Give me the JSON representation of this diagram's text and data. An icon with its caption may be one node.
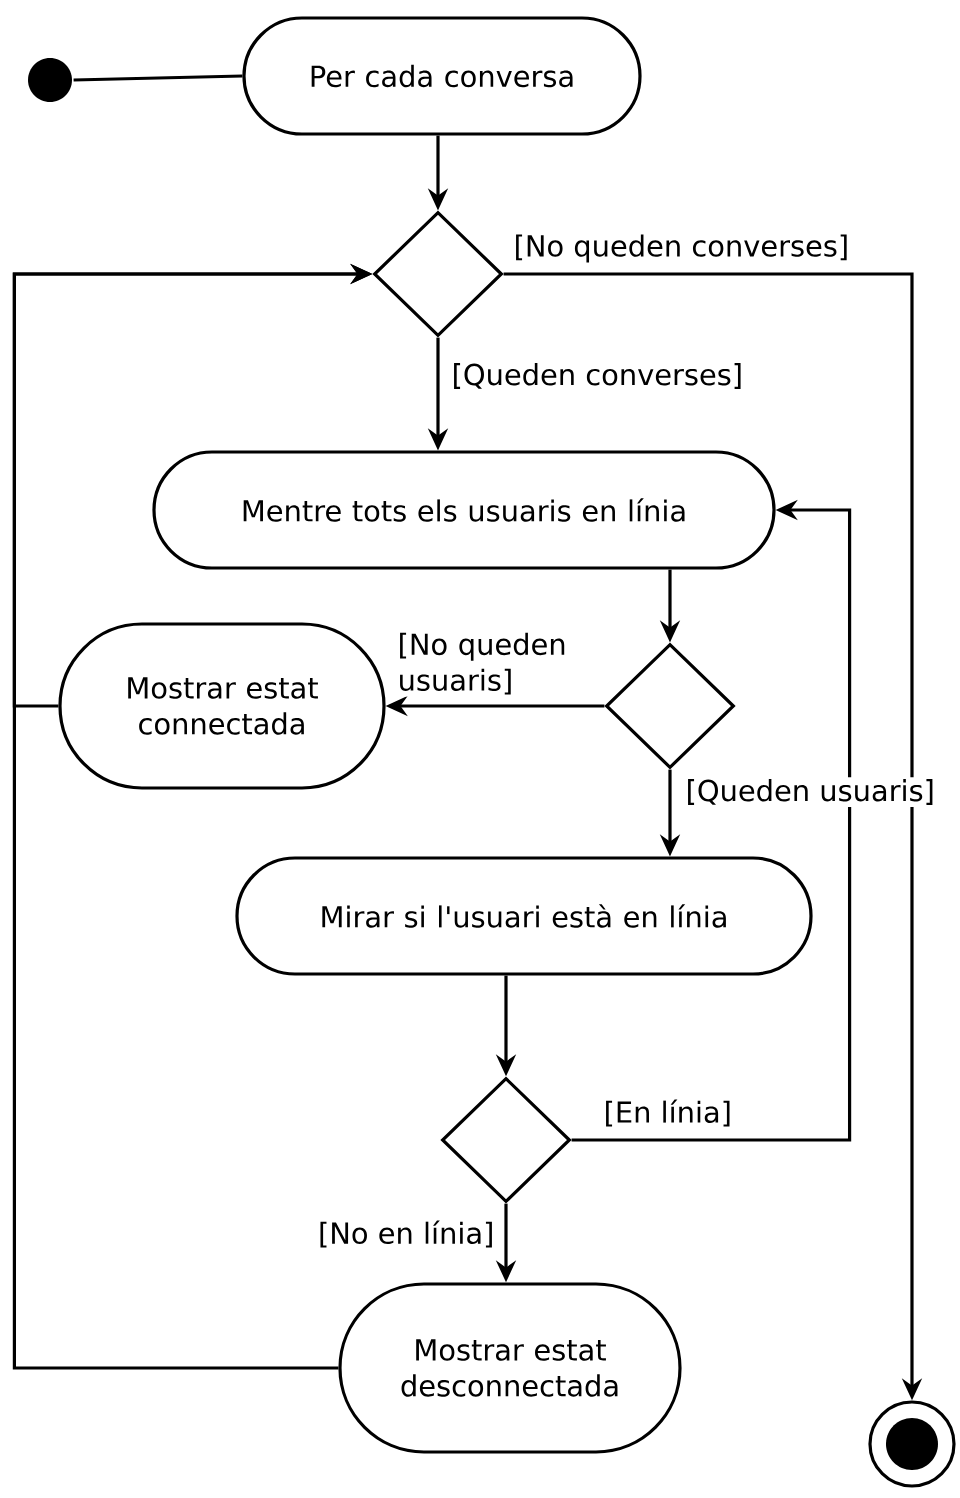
{
  "diagram": {
    "nodes": [
      {
        "text": [],
        "shape": "circle"
      },
      {
        "text": [
          "Per cada conversa"
        ]
      },
      {
        "text": [],
        "shape": "diamond"
      },
      {
        "text": [
          "Mentre tots els usuaris en línia"
        ]
      },
      {
        "text": [],
        "shape": "diamond"
      },
      {
        "text": [
          "Mostrar estat connectada"
        ]
      },
      {
        "text": [
          "Mirar si l'usuari està en línia"
        ]
      },
      {
        "text": [],
        "shape": "diamond"
      },
      {
        "text": [
          "Mostrar estat desconnectada"
        ]
      },
      {
        "text": [],
        "shape": "bullseye"
      }
    ],
    "edges": [
      {
        "from": 0,
        "to": 1,
        "arrow": "none"
      },
      {
        "from": 1,
        "to": 2,
        "arrow": "to"
      },
      {
        "from": 2,
        "to": 9,
        "arrow": "to",
        "label": "[No queden converses]"
      },
      {
        "from": 2,
        "to": 3,
        "arrow": "to",
        "label": "[Queden converses]"
      },
      {
        "from": 3,
        "to": 4,
        "arrow": "to"
      },
      {
        "from": 4,
        "to": 5,
        "arrow": "to",
        "label": "[No queden usuaris]"
      },
      {
        "from": 4,
        "to": 6,
        "arrow": "to",
        "label": "[Queden usuaris]"
      },
      {
        "from": 5,
        "to": 2,
        "arrow": "to"
      },
      {
        "from": 6,
        "to": 7,
        "arrow": "to"
      },
      {
        "from": 7,
        "to": 3,
        "arrow": "to",
        "label": "[En línia]"
      },
      {
        "from": 7,
        "to": 8,
        "arrow": "to",
        "label": "[No en línia]"
      },
      {
        "from": 8,
        "to": 2,
        "arrow": "to"
      }
    ]
  }
}
